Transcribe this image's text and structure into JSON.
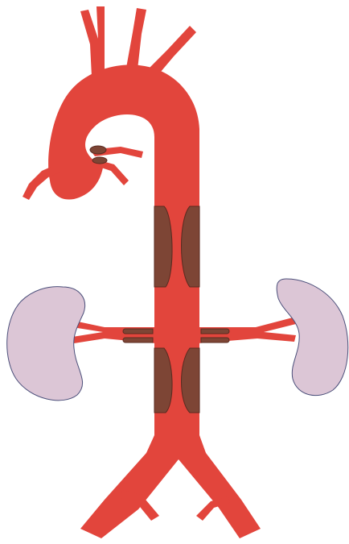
{
  "diagram": {
    "colors": {
      "background": "#ffffff",
      "artery": "#e2453c",
      "plaque": "#7d4535",
      "plaque_stroke": "#5a2a20",
      "kidney_fill": "#dcc6d6",
      "kidney_stroke": "#4b4f7a"
    },
    "elements": [
      {
        "name": "aortic-arch",
        "kind": "artery"
      },
      {
        "name": "brachiocephalic-branch",
        "kind": "artery"
      },
      {
        "name": "left-carotid-branch",
        "kind": "artery"
      },
      {
        "name": "left-subclavian-branch",
        "kind": "artery"
      },
      {
        "name": "coronary-branches",
        "kind": "artery"
      },
      {
        "name": "descending-aorta",
        "kind": "artery"
      },
      {
        "name": "left-renal-artery",
        "kind": "artery"
      },
      {
        "name": "right-renal-artery",
        "kind": "artery"
      },
      {
        "name": "iliac-bifurcation",
        "kind": "artery"
      },
      {
        "name": "left-kidney",
        "kind": "organ"
      },
      {
        "name": "right-kidney",
        "kind": "organ"
      },
      {
        "name": "thoracic-plaque-left",
        "kind": "plaque"
      },
      {
        "name": "thoracic-plaque-right",
        "kind": "plaque"
      },
      {
        "name": "abdominal-plaque-left",
        "kind": "plaque"
      },
      {
        "name": "abdominal-plaque-right",
        "kind": "plaque"
      },
      {
        "name": "renal-ostium-plaque-left",
        "kind": "plaque"
      },
      {
        "name": "renal-ostium-plaque-right",
        "kind": "plaque"
      },
      {
        "name": "coronary-plaque",
        "kind": "plaque"
      }
    ]
  }
}
